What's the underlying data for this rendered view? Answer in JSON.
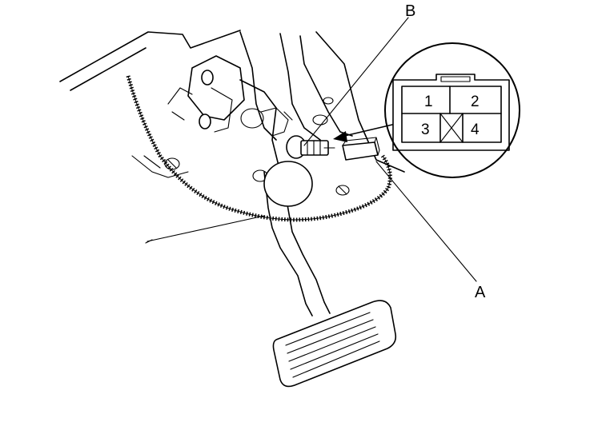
{
  "callouts": {
    "a": "A",
    "b": "B"
  },
  "connector_pins": {
    "pin1": "1",
    "pin2": "2",
    "pin3": "3",
    "pin4": "4"
  },
  "colors": {
    "line": "#000000",
    "background": "#ffffff"
  }
}
